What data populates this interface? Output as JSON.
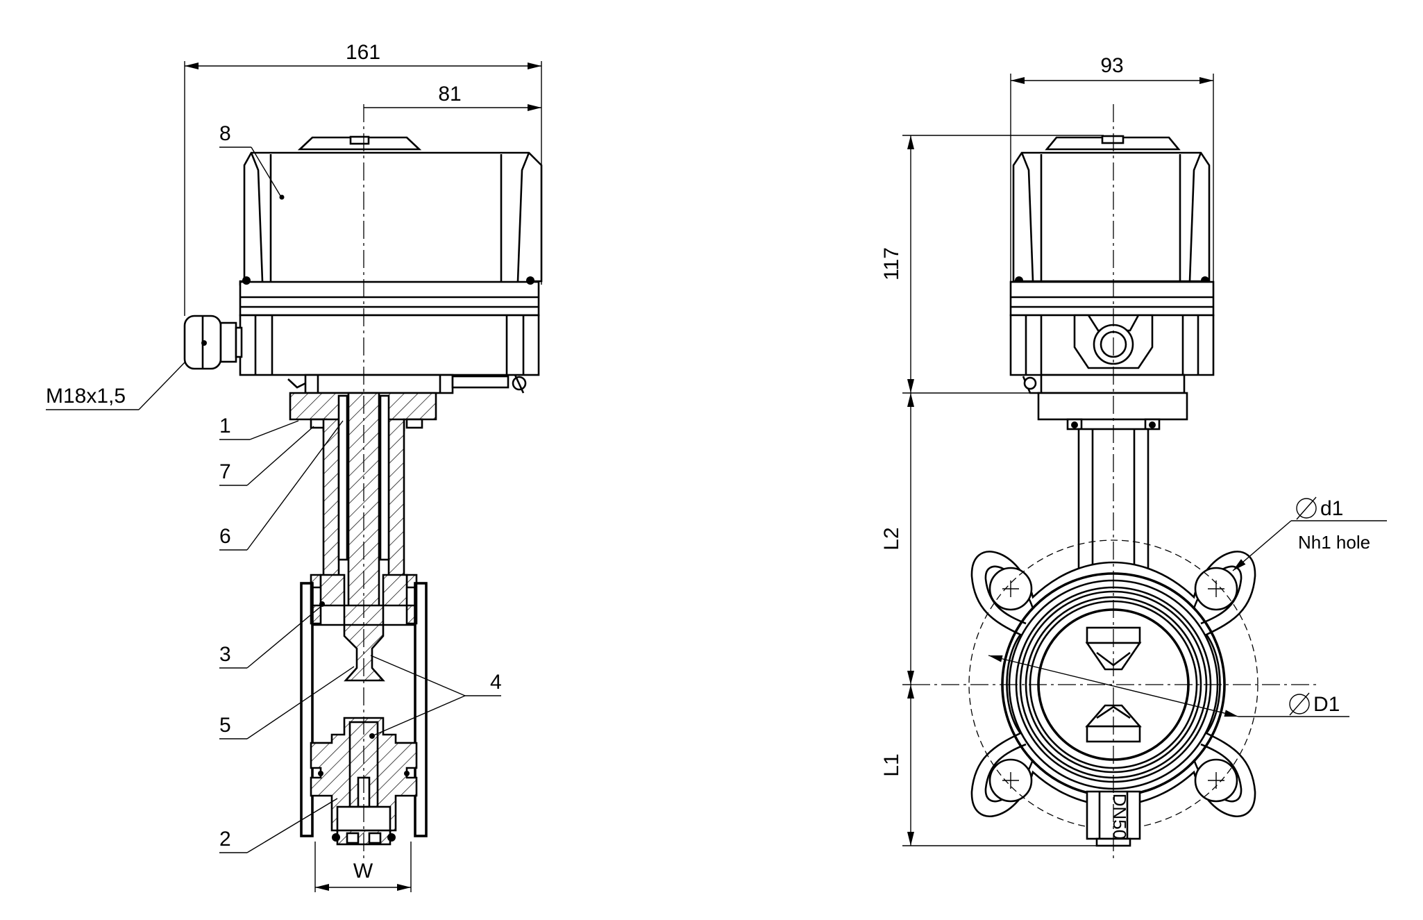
{
  "dimensions": {
    "overall_width": "161",
    "half_width": "81",
    "front_width": "93",
    "actuator_height": "117",
    "l2": "L2",
    "l1": "L1",
    "w": "W",
    "d_bore": "D1",
    "d_hole": "d1",
    "hole_note": "Nh1 hole",
    "thread": "M18x1,5"
  },
  "callouts": [
    "1",
    "7",
    "6",
    "3",
    "5",
    "2",
    "4",
    "8"
  ],
  "body_mark": "DN50"
}
